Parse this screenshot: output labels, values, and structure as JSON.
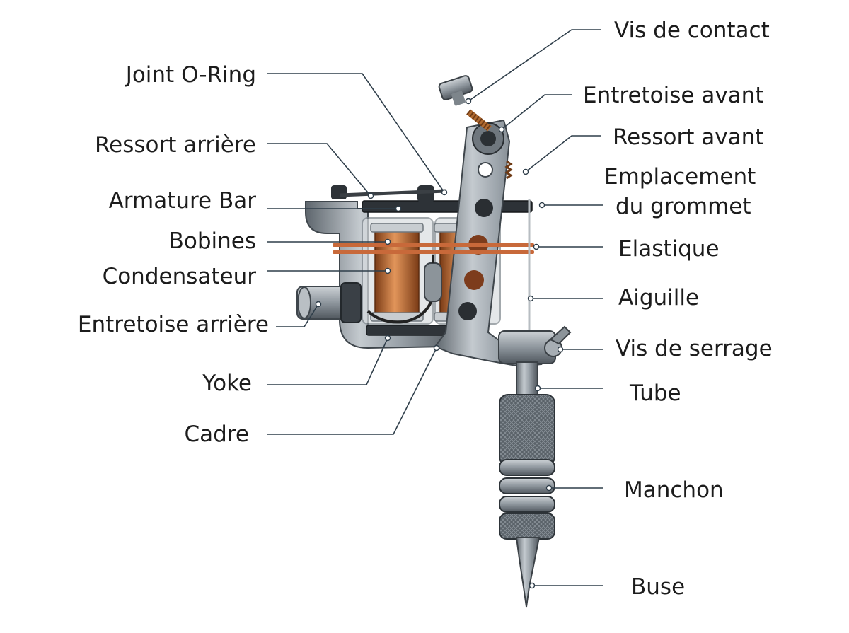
{
  "diagram": {
    "labels": {
      "vis_de_contact": "Vis de contact",
      "joint_o_ring": "Joint O-Ring",
      "entretoise_avant": "Entretoise avant",
      "ressort_arriere": "Ressort arrière",
      "ressort_avant": "Ressort avant",
      "emplacement_grommet_1": "Emplacement",
      "emplacement_grommet_2": "du grommet",
      "armature_bar": "Armature Bar",
      "bobines": "Bobines",
      "elastique": "Elastique",
      "condensateur": "Condensateur",
      "aiguille": "Aiguille",
      "entretoise_arriere": "Entretoise arrière",
      "vis_de_serrage": "Vis de serrage",
      "yoke": "Yoke",
      "tube": "Tube",
      "cadre": "Cadre",
      "manchon": "Manchon",
      "buse": "Buse"
    },
    "colors": {
      "frame": "#8f979e",
      "frame_dark": "#4b535a",
      "coil": "#c0713a",
      "coil_dark": "#7c3f1a",
      "band": "#c8693a",
      "leader": "#2f3e4a",
      "text": "#1c1c1c"
    }
  }
}
